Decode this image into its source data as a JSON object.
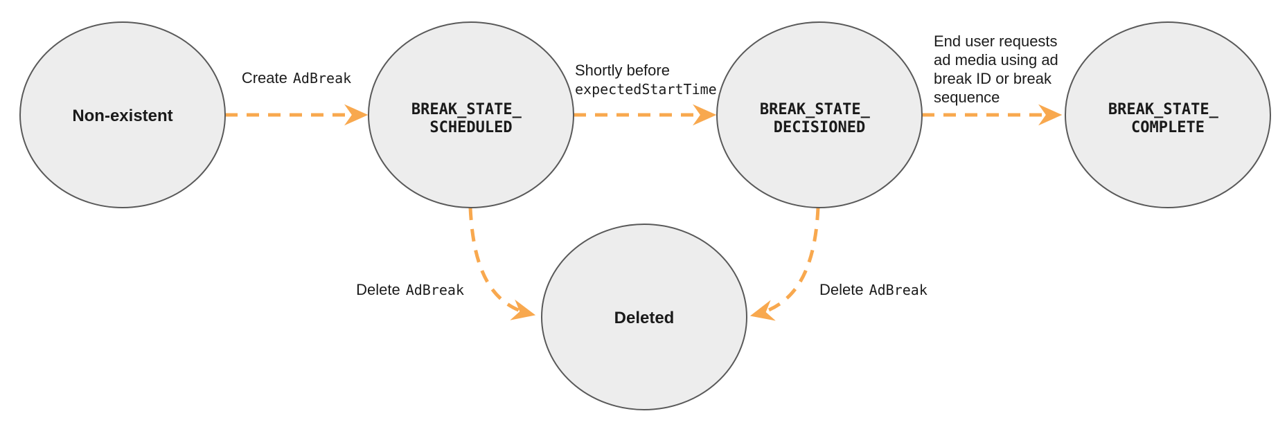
{
  "diagram": {
    "kind": "ad-break-state-machine",
    "colors": {
      "background": "#FFFFFF",
      "node_fill": "#EDEDED",
      "node_stroke": "#595959",
      "arrow": "#F8A84E",
      "text": "#1A1A1A"
    },
    "nodes": {
      "non_existent": {
        "label": "Non-existent"
      },
      "scheduled": {
        "line1": "BREAK_STATE_",
        "line2": "SCHEDULED"
      },
      "decisioned": {
        "line1": "BREAK_STATE_",
        "line2": "DECISIONED"
      },
      "complete": {
        "line1": "BREAK_STATE_",
        "line2": "COMPLETE"
      },
      "deleted": {
        "label": "Deleted"
      }
    },
    "edges": {
      "create_adbreak": {
        "plain": "Create",
        "code": "AdBreak"
      },
      "shortly_before": {
        "line1": "Shortly before",
        "line2_code": "expectedStartTime"
      },
      "end_user_requests": {
        "line1": "End user requests",
        "line2": "ad media using ad",
        "line3": "break ID or break",
        "line4": "sequence"
      },
      "delete_adbreak_left": {
        "plain": "Delete",
        "code": "AdBreak"
      },
      "delete_adbreak_right": {
        "plain": "Delete",
        "code": "AdBreak"
      }
    }
  }
}
